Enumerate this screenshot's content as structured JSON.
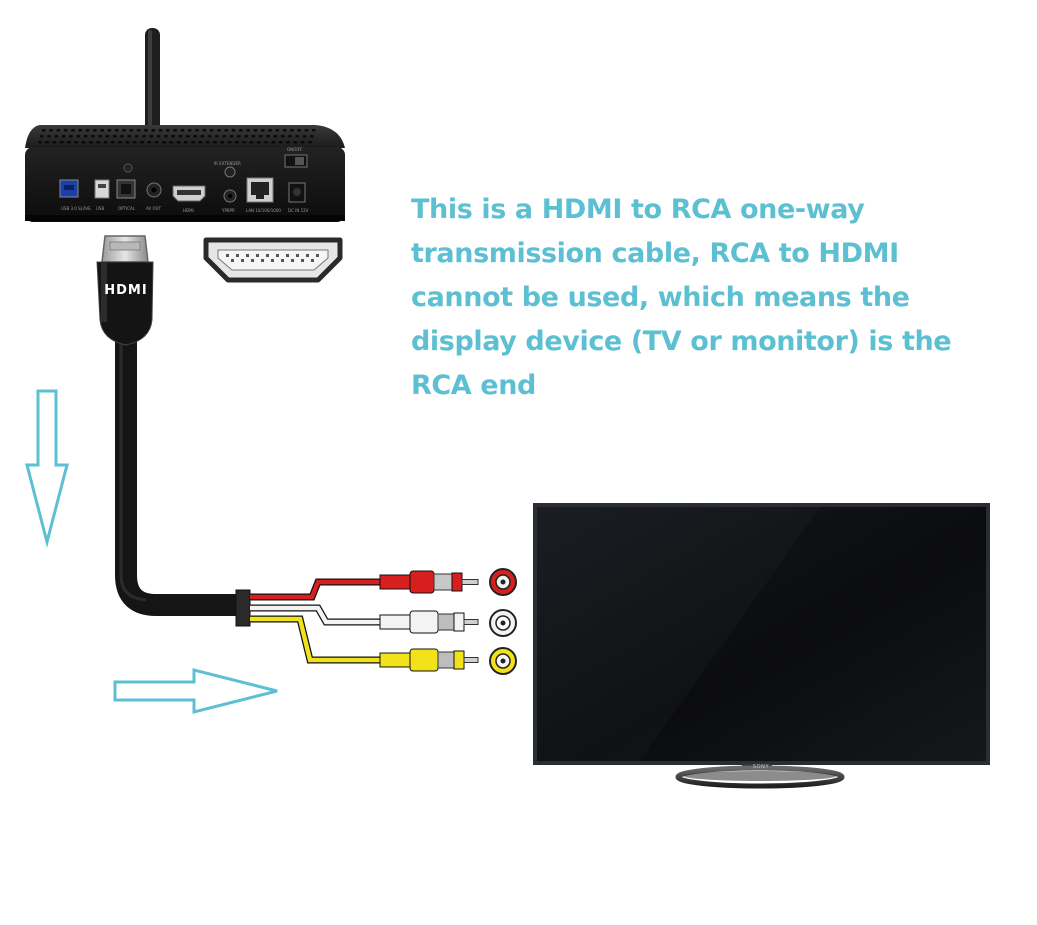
{
  "caption": {
    "lines": [
      "This is a HDMI to RCA one-way",
      "transmission cable, RCA to HDMI",
      "cannot be used, which means the",
      "display device (TV or monitor) is the",
      "RCA end"
    ]
  },
  "set_top_box": {
    "ports": [
      "USB 3.0 SLAVE",
      "USB",
      "OPTICAL",
      "AV OUT",
      "HDMI",
      "IR EXTENDER",
      "YPBPR",
      "LAN 10/100/1000",
      "DC IN 12V"
    ],
    "switch_label": "ON/OFF"
  },
  "hdmi_plug": {
    "label": "HDMI"
  },
  "tv": {
    "brand": "SONY"
  },
  "rca": {
    "connectors": [
      {
        "name": "red",
        "color": "#d81f1f"
      },
      {
        "name": "white",
        "color": "#e8e8e8"
      },
      {
        "name": "yellow",
        "color": "#f2e21a"
      }
    ]
  },
  "colors": {
    "caption": "#5cc0d2",
    "arrow_outline": "#5cc0d2",
    "cable": "#1a1a1a",
    "tv_screen": "#0d0f12"
  }
}
